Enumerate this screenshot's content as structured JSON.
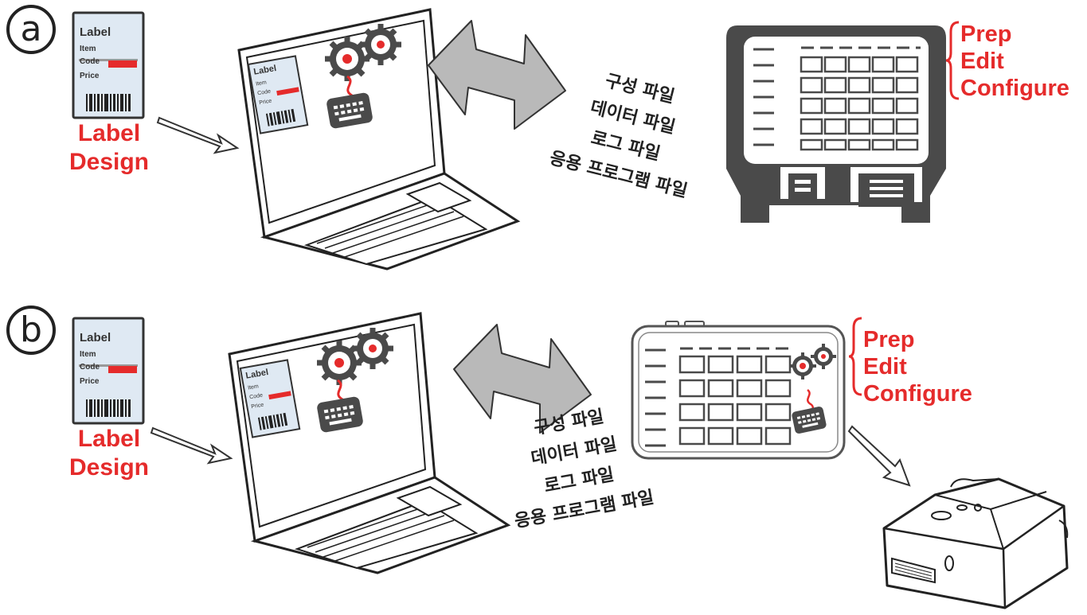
{
  "panels": [
    {
      "letter": "a",
      "label_card": {
        "title": "Label",
        "rows": [
          "Item",
          "Code",
          "Price"
        ]
      },
      "design_caption": [
        "Label",
        "Design"
      ],
      "screen_label": {
        "title": "Label",
        "rows": [
          "Item",
          "Code",
          "Price"
        ]
      },
      "files": [
        "구성 파일",
        "데이터 파일",
        "로그 파일",
        "응용 프로그램 파일"
      ],
      "operations": [
        "Prep",
        "Edit",
        "Configure"
      ],
      "device": "kiosk"
    },
    {
      "letter": "b",
      "label_card": {
        "title": "Label",
        "rows": [
          "Item",
          "Code",
          "Price"
        ]
      },
      "design_caption": [
        "Label",
        "Design"
      ],
      "screen_label": {
        "title": "Label",
        "rows": [
          "Item",
          "Code",
          "Price"
        ]
      },
      "files": [
        "구성 파일",
        "데이터 파일",
        "로그 파일",
        "응용 프로그램 파일"
      ],
      "operations": [
        "Prep",
        "Edit",
        "Configure"
      ],
      "device": "tablet-and-printer"
    }
  ],
  "colors": {
    "accent": "#e52b2b",
    "ink": "#222222",
    "arrow_gray": "#b9b9b9",
    "device_dark": "#4a4a4a",
    "card_blue": "#dfe9f3"
  },
  "icons": [
    "label-card-icon",
    "laptop-icon",
    "gear-icon",
    "keyboard-icon",
    "double-arrow-icon",
    "kiosk-icon",
    "tablet-icon",
    "printer-icon"
  ]
}
